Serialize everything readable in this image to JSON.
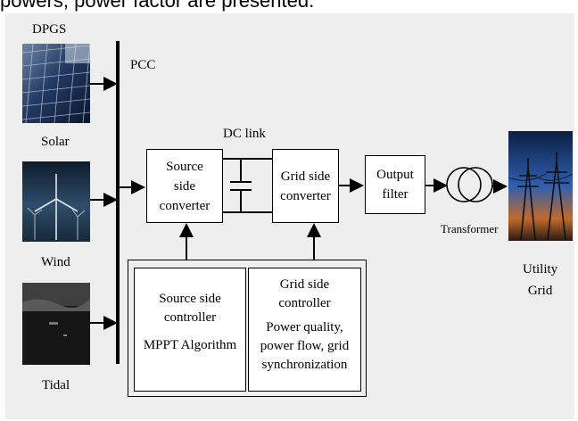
{
  "caption_fragment": "powers, power factor are presented.",
  "labels": {
    "dpgs": "DPGS",
    "pcc": "PCC",
    "dc_link": "DC link",
    "solar": "Solar",
    "wind": "Wind",
    "tidal": "Tidal",
    "transformer": "Transformer",
    "utility_grid": "Utility\nGrid"
  },
  "blocks": {
    "source_converter": "Source\nside\nconverter",
    "grid_converter": "Grid side\nconverter",
    "output_filter": "Output\nfilter"
  },
  "controllers": {
    "source": {
      "title": "Source side\ncontroller",
      "detail": "MPPT Algorithm"
    },
    "grid": {
      "title": "Grid side\ncontroller",
      "detail": "Power quality,\npower flow, grid\nsynchronization"
    }
  }
}
